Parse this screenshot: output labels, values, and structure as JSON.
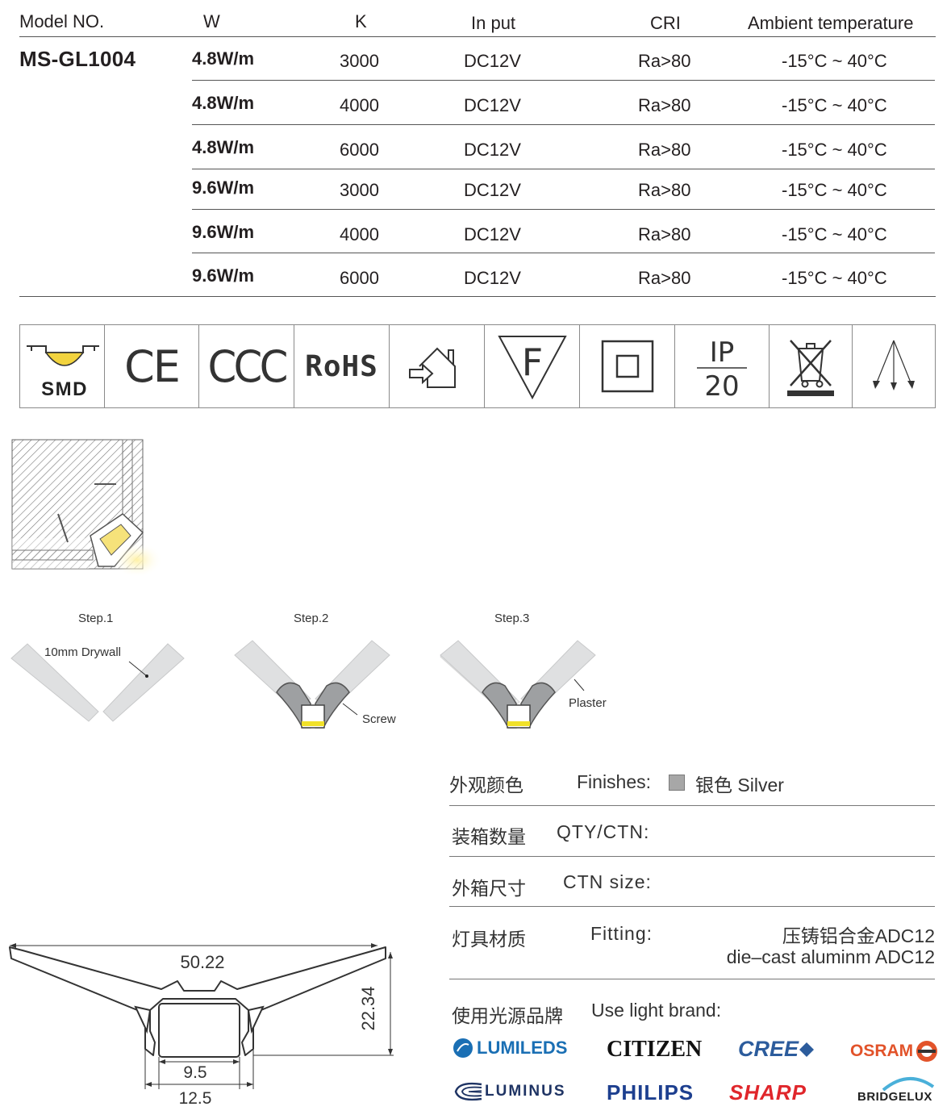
{
  "spec_table": {
    "headers": {
      "model": "Model NO.",
      "w": "W",
      "k": "K",
      "input": "In put",
      "cri": "CRI",
      "ambient": "Ambient temperature"
    },
    "model_no": "MS-GL1004",
    "rows": [
      {
        "w": "4.8W/m",
        "k": "3000",
        "input": "DC12V",
        "cri": "Ra>80",
        "temp": "-15°C ~ 40°C"
      },
      {
        "w": "4.8W/m",
        "k": "4000",
        "input": "DC12V",
        "cri": "Ra>80",
        "temp": "-15°C ~ 40°C"
      },
      {
        "w": "4.8W/m",
        "k": "6000",
        "input": "DC12V",
        "cri": "Ra>80",
        "temp": "-15°C ~ 40°C"
      },
      {
        "w": "9.6W/m",
        "k": "3000",
        "input": "DC12V",
        "cri": "Ra>80",
        "temp": "-15°C ~ 40°C"
      },
      {
        "w": "9.6W/m",
        "k": "4000",
        "input": "DC12V",
        "cri": "Ra>80",
        "temp": "-15°C ~ 40°C"
      },
      {
        "w": "9.6W/m",
        "k": "6000",
        "input": "DC12V",
        "cri": "Ra>80",
        "temp": "-15°C ~ 40°C"
      }
    ]
  },
  "cert_icons": {
    "smd_label": "SMD",
    "ce_label": "CE",
    "ccc_label": "CCC",
    "rohs_label": "RoHS",
    "f_label": "F",
    "ip_top": "IP",
    "ip_bottom": "20",
    "icon_names": [
      "smd-icon",
      "ce-icon",
      "ccc-icon",
      "rohs-icon",
      "indoor-use-icon",
      "f-mark-icon",
      "class-ii-icon",
      "ip20-icon",
      "weee-icon",
      "beam-angle-icon"
    ]
  },
  "install": {
    "step1": "Step.1",
    "step2": "Step.2",
    "step3": "Step.3",
    "drywall_label": "10mm Drywall",
    "screw_label": "Screw",
    "plaster_label": "Plaster"
  },
  "info": {
    "finishes_cn": "外观颜色",
    "finishes_en": "Finishes:",
    "finishes_value": "银色 Silver",
    "finish_color": "#a7a7a7",
    "qty_cn": "装箱数量",
    "qty_en": "QTY/CTN:",
    "ctn_cn": "外箱尺寸",
    "ctn_en": "CTN size:",
    "fitting_cn": "灯具材质",
    "fitting_en": "Fitting:",
    "fitting_value_cn": "压铸铝合金ADC12",
    "fitting_value_en": "die–cast aluminm ADC12",
    "brand_cn": "使用光源品牌",
    "brand_en": "Use light brand:"
  },
  "brands": {
    "lumileds": "LUMILEDS",
    "citizen": "CITIZEN",
    "cree": "CREE",
    "osram": "OSRAM",
    "luminus": "LUMINUS",
    "philips": "PHILIPS",
    "sharp": "SHARP",
    "bridgelux": "BRIDGELUX",
    "colors": {
      "lumileds": "#1a6fb4",
      "citizen": "#111111",
      "cree": "#2c5c9c",
      "osram": "#e2532a",
      "luminus": "#1f3464",
      "philips": "#1d3f8f",
      "sharp": "#e0262b",
      "bridgelux": "#222222"
    }
  },
  "dimensions": {
    "top_width": "50.22",
    "height": "22.34",
    "inner_width": "9.5",
    "outer_width": "12.5"
  }
}
